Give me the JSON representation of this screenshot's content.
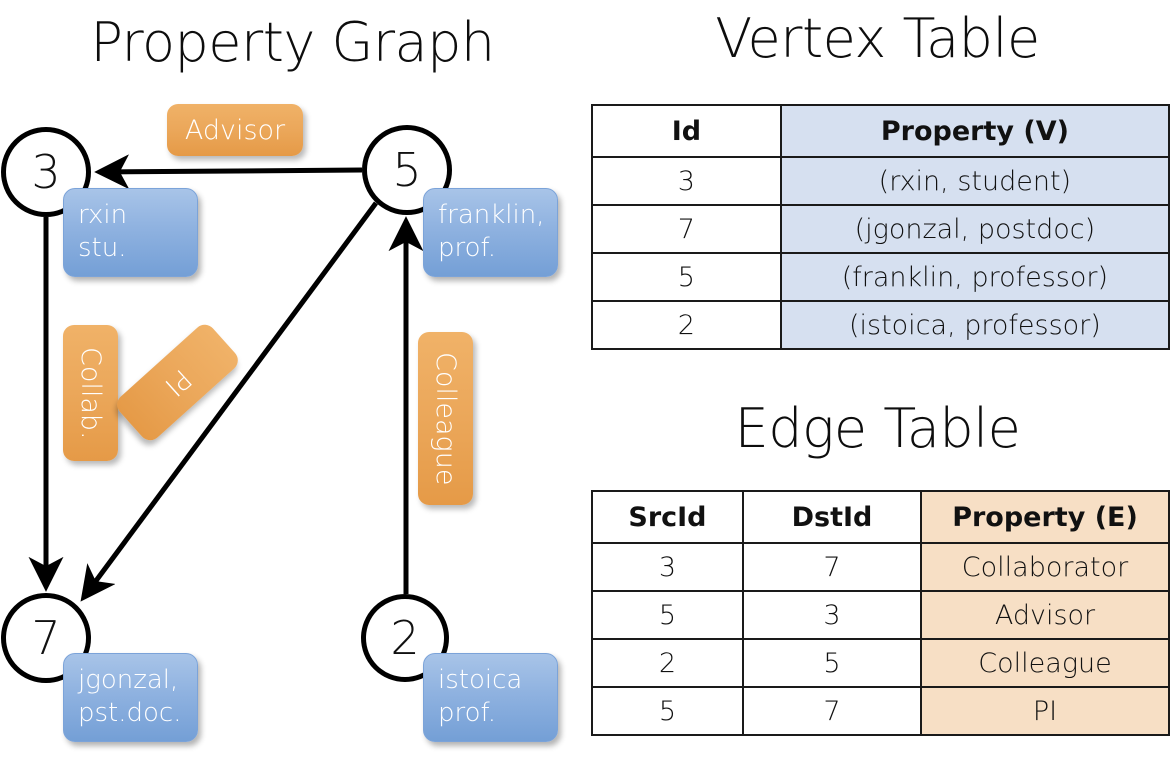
{
  "titles": {
    "property_graph": "Property Graph",
    "vertex_table": "Vertex Table",
    "edge_table": "Edge Table"
  },
  "colors": {
    "vertex_property_fill": "#d6e0f0",
    "edge_property_fill": "#f7dfc5",
    "vertex_box_fill": "#8fb2e0",
    "edge_label_fill": "#eba75a",
    "stroke": "#000000"
  },
  "graph": {
    "nodes": [
      {
        "id": "3",
        "property_line1": "rxin",
        "property_line2": "stu."
      },
      {
        "id": "5",
        "property_line1": "franklin,",
        "property_line2": "prof."
      },
      {
        "id": "7",
        "property_line1": "jgonzal,",
        "property_line2": "pst.doc."
      },
      {
        "id": "2",
        "property_line1": "istoica",
        "property_line2": "prof."
      }
    ],
    "edge_labels": [
      {
        "name": "advisor",
        "text": "Advisor"
      },
      {
        "name": "collab",
        "text": "Collab."
      },
      {
        "name": "pi",
        "text": "PI"
      },
      {
        "name": "colleague",
        "text": "Colleague"
      }
    ]
  },
  "vertex_table": {
    "headers": [
      "Id",
      "Property (V)"
    ],
    "rows": [
      {
        "id": "3",
        "property": "(rxin, student)"
      },
      {
        "id": "7",
        "property": "(jgonzal, postdoc)"
      },
      {
        "id": "5",
        "property": "(franklin, professor)"
      },
      {
        "id": "2",
        "property": "(istoica, professor)"
      }
    ]
  },
  "edge_table": {
    "headers": [
      "SrcId",
      "DstId",
      "Property (E)"
    ],
    "rows": [
      {
        "src": "3",
        "dst": "7",
        "property": "Collaborator"
      },
      {
        "src": "5",
        "dst": "3",
        "property": "Advisor"
      },
      {
        "src": "2",
        "dst": "5",
        "property": "Colleague"
      },
      {
        "src": "5",
        "dst": "7",
        "property": "PI"
      }
    ]
  }
}
